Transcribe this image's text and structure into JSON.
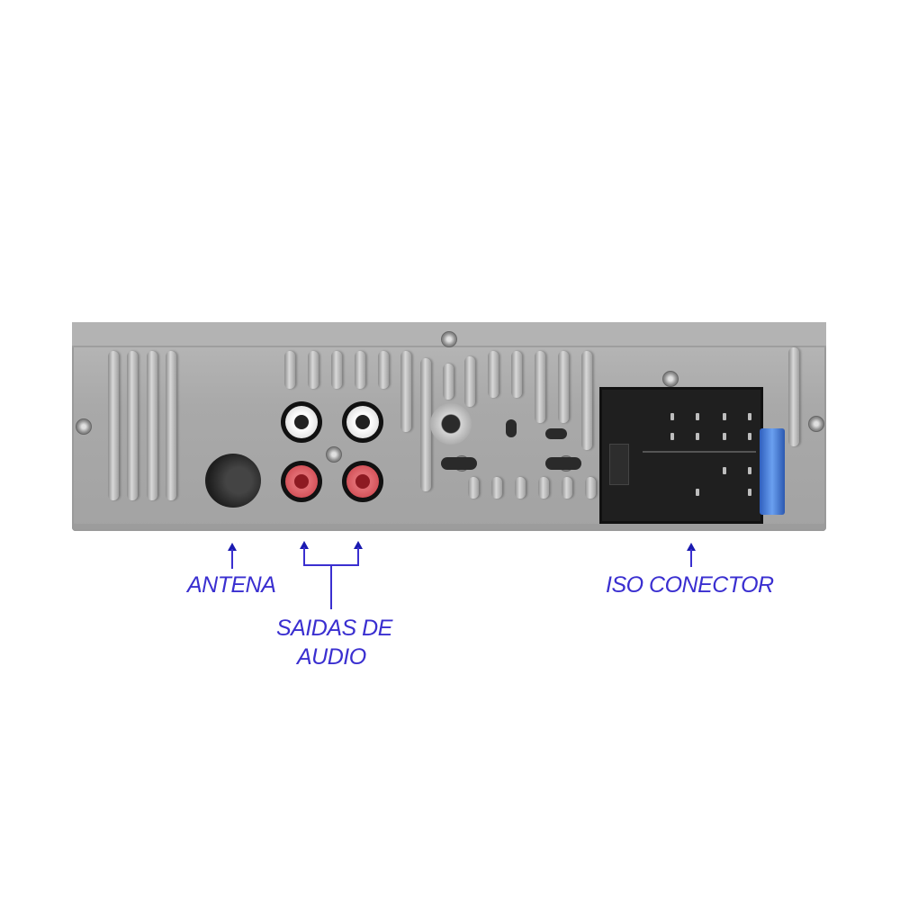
{
  "image": {
    "subject": "car-radio-rear-panel",
    "background_color": "#ffffff",
    "label_color": "#3a2fd0"
  },
  "labels": {
    "antenna": "ANTENA",
    "audio_outputs_line1": "SAIDAS DE",
    "audio_outputs_line2": "AUDIO",
    "iso_connector": "ISO CONECTOR"
  },
  "device": {
    "panel_color": "#aaaaaa",
    "rca_outputs": [
      {
        "color": "white"
      },
      {
        "color": "white"
      },
      {
        "color": "red"
      },
      {
        "color": "red"
      }
    ],
    "fuse_color": "#3a6fd0",
    "connector_color": "#1f1f1f"
  }
}
